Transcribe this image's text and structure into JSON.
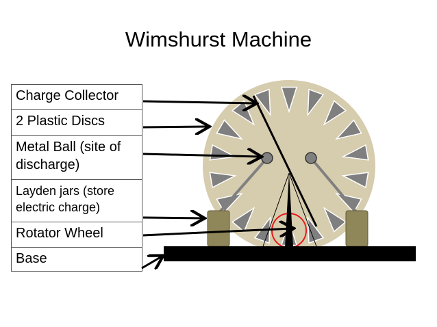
{
  "title": "Wimshurst Machine",
  "labels": [
    {
      "id": "charge-collector",
      "text": "Charge Collector"
    },
    {
      "id": "plastic-discs",
      "text": "2 Plastic Discs"
    },
    {
      "id": "metal-ball",
      "text": "Metal Ball (site of discharge)"
    },
    {
      "id": "layden-jars",
      "text": "Layden jars (store electric charge)"
    },
    {
      "id": "rotator-wheel",
      "text": "Rotator Wheel"
    },
    {
      "id": "base",
      "text": "Base"
    }
  ],
  "colors": {
    "disc": "#d6ccae",
    "sector": "#7f7f7f",
    "jar": "#8f8659",
    "ball": "#808080",
    "wheel": "#e81a1a",
    "base": "#000000",
    "arrow": "#000000"
  }
}
